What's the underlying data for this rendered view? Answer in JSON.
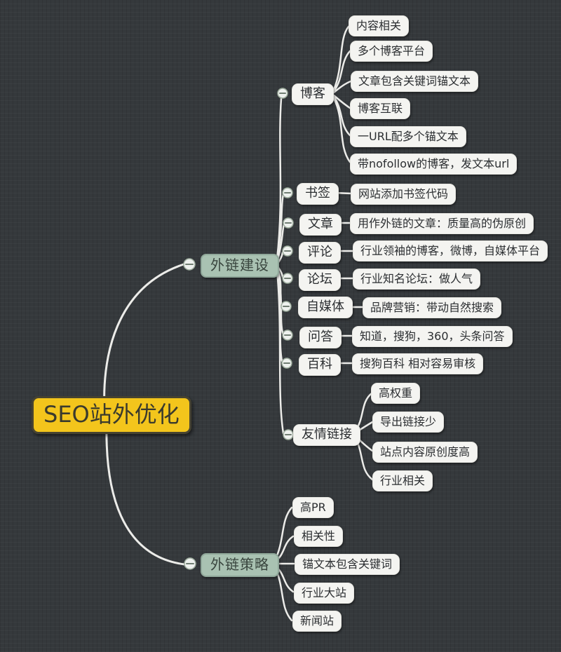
{
  "colors": {
    "background": "#35393c",
    "node_fill": "#f4f4f1",
    "node_text": "#2b2e31",
    "root_fill": "#f3c51c",
    "root_border": "#474331",
    "branch_fill": "#a9c2b2",
    "branch_border": "#90a89a",
    "connector_line": "#ecece9"
  },
  "mindmap": {
    "root": {
      "label": "SEO站外优化"
    },
    "branches": [
      {
        "label": "外链建设",
        "children": [
          {
            "label": "博客",
            "children": [
              {
                "label": "内容相关"
              },
              {
                "label": "多个博客平台"
              },
              {
                "label": "文章包含关键词锚文本"
              },
              {
                "label": "博客互联"
              },
              {
                "label": "一URL配多个锚文本"
              },
              {
                "label": "带nofollow的博客，发文本url"
              }
            ]
          },
          {
            "label": "书签",
            "children": [
              {
                "label": "网站添加书签代码"
              }
            ]
          },
          {
            "label": "文章",
            "children": [
              {
                "label": "用作外链的文章：质量高的伪原创"
              }
            ]
          },
          {
            "label": "评论",
            "children": [
              {
                "label": "行业领袖的博客，微博，自媒体平台"
              }
            ]
          },
          {
            "label": "论坛",
            "children": [
              {
                "label": "行业知名论坛：做人气"
              }
            ]
          },
          {
            "label": "自媒体",
            "children": [
              {
                "label": "品牌营销：带动自然搜索"
              }
            ]
          },
          {
            "label": "问答",
            "children": [
              {
                "label": "知道，搜狗，360，头条问答"
              }
            ]
          },
          {
            "label": "百科",
            "children": [
              {
                "label": "搜狗百科 相对容易审核"
              }
            ]
          },
          {
            "label": "友情链接",
            "children": [
              {
                "label": "高权重"
              },
              {
                "label": "导出链接少"
              },
              {
                "label": "站点内容原创度高"
              },
              {
                "label": "行业相关"
              }
            ]
          }
        ]
      },
      {
        "label": "外链策略",
        "children": [
          {
            "label": "高PR"
          },
          {
            "label": "相关性"
          },
          {
            "label": "锚文本包含关键词"
          },
          {
            "label": "行业大站"
          },
          {
            "label": "新闻站"
          }
        ]
      }
    ]
  }
}
